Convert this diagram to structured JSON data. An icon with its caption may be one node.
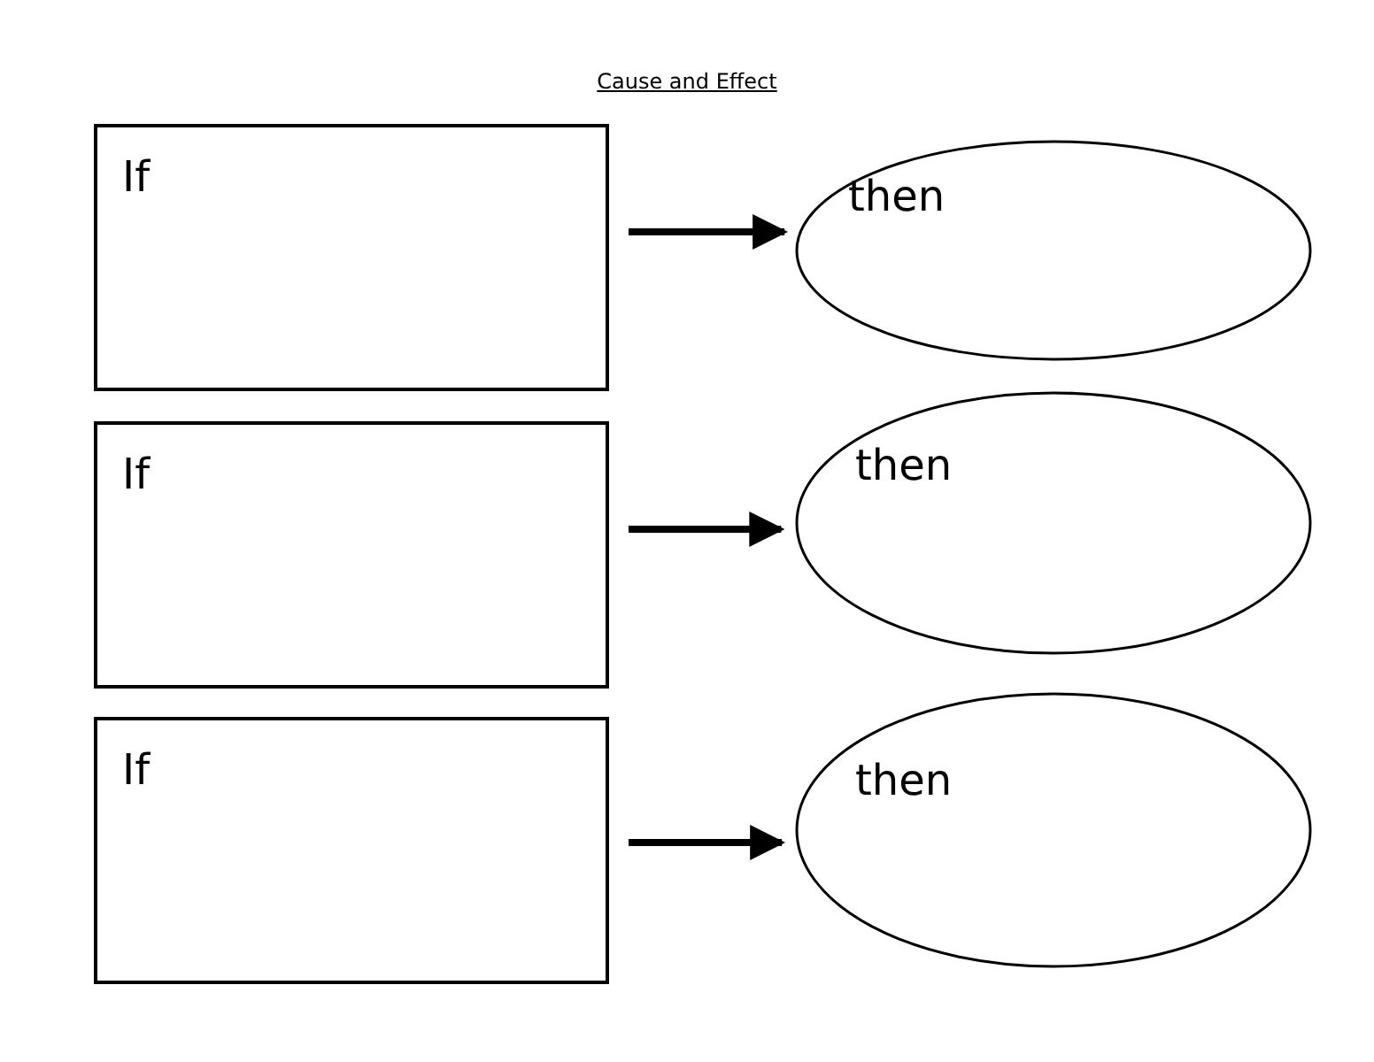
{
  "diagram": {
    "title": "Cause and Effect",
    "nodes": [
      {
        "text": [
          "If"
        ]
      },
      {
        "text": [
          "then"
        ]
      },
      {
        "text": [
          "If"
        ]
      },
      {
        "text": [
          "then"
        ]
      },
      {
        "text": [
          "If"
        ]
      },
      {
        "text": [
          "then"
        ]
      }
    ],
    "edges": [
      {
        "from": 0,
        "to": 1,
        "arrow": "to"
      },
      {
        "from": 2,
        "to": 3,
        "arrow": "to"
      },
      {
        "from": 4,
        "to": 5,
        "arrow": "to"
      }
    ]
  }
}
